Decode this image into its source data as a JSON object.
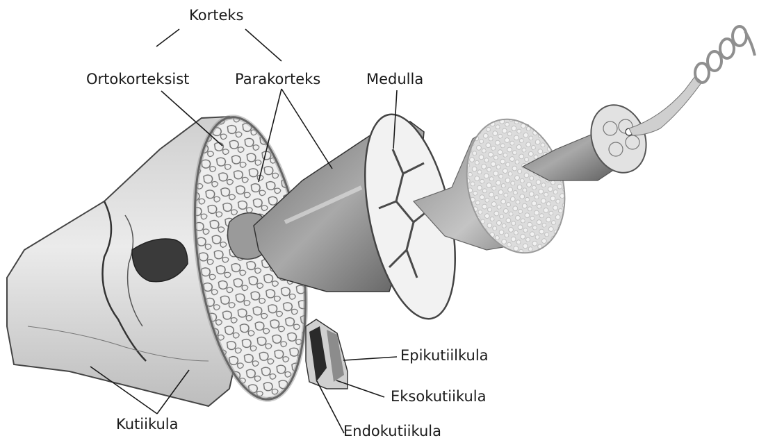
{
  "labels": {
    "korteks": "Korteks",
    "ortokorteksist": "Ortokorteksist",
    "parakorteks": "Parakorteks",
    "medulla": "Medulla",
    "epikutiilkula": "Epikutiilkula",
    "eksokutiikula": "Eksokutiikula",
    "kutiikula": "Kutiikula",
    "endokutiikula": "Endokutiikula"
  }
}
